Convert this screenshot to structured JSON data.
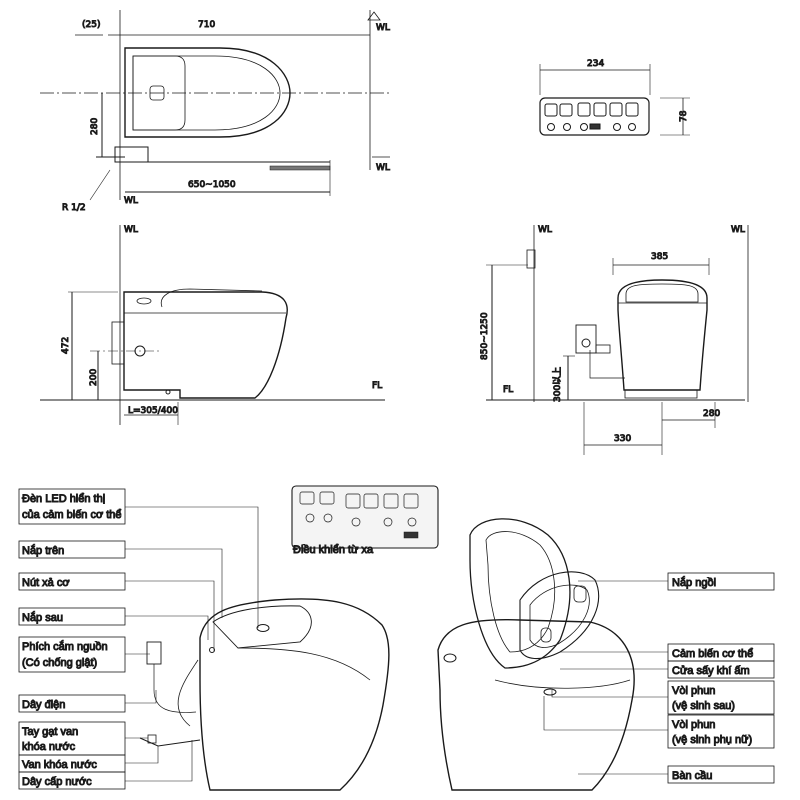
{
  "top_view": {
    "offset": "(25)",
    "length": "710",
    "wl": "WL",
    "depth": "280",
    "pipe_range": "650~1050",
    "wl_right": "WL",
    "pipe": "R 1/2",
    "wl_left": "WL"
  },
  "remote_view": {
    "width": "234",
    "height": "78"
  },
  "side_view": {
    "wl": "WL",
    "height": "472",
    "pipe_height": "200",
    "rough_in": "L=305/400",
    "fl": "FL"
  },
  "front_view": {
    "wl_left": "WL",
    "wl_right": "WL",
    "width": "385",
    "height_range": "850~1250",
    "socket_height": "300以上",
    "fl": "FL",
    "base": "280",
    "bottom": "330"
  },
  "remote_caption": "Điều khiển từ xa",
  "callouts_left": [
    "Đèn LED hiển thị",
    "của cảm biến cơ thể",
    "Nắp trên",
    "Nút xả cơ",
    "Nắp sau",
    "Phích cắm nguồn",
    "(Có chống giật)",
    "Dây điện",
    "Tay gạt van",
    "khóa nước",
    "Van khóa nước",
    "Dây cấp nước"
  ],
  "callouts_right": [
    "Nắp ngồi",
    "Cảm biến cơ thể",
    "Cửa sấy khí ấm",
    "Vòi phun",
    "(vệ sinh sau)",
    "Vòi phun",
    "(vệ sinh phụ nữ)",
    "Bàn cầu"
  ]
}
